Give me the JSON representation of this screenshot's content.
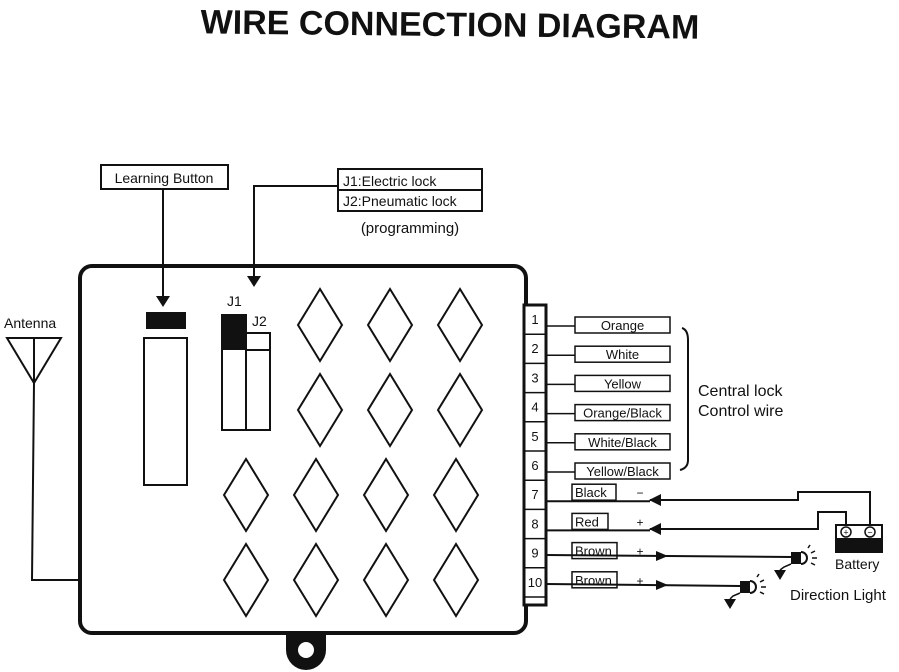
{
  "title": "WIRE CONNECTION DIAGRAM",
  "labels": {
    "learning_button": "Learning Button",
    "j1_desc": "J1:Electric lock",
    "j2_desc": "J2:Pneumatic lock",
    "programming": "(programming)",
    "antenna": "Antenna",
    "j1": "J1",
    "j2": "J2",
    "central_lock_line1": "Central lock",
    "central_lock_line2": "Control wire",
    "battery": "Battery",
    "direction_light": "Direction Light",
    "battery_plus": "+",
    "battery_minus": "−"
  },
  "pins": [
    {
      "num": "1",
      "wire": "Orange",
      "sign": ""
    },
    {
      "num": "2",
      "wire": "White",
      "sign": ""
    },
    {
      "num": "3",
      "wire": "Yellow",
      "sign": ""
    },
    {
      "num": "4",
      "wire": "Orange/Black",
      "sign": ""
    },
    {
      "num": "5",
      "wire": "White/Black",
      "sign": ""
    },
    {
      "num": "6",
      "wire": "Yellow/Black",
      "sign": ""
    },
    {
      "num": "7",
      "wire": "Black",
      "sign": "−"
    },
    {
      "num": "8",
      "wire": "Red",
      "sign": "+"
    },
    {
      "num": "9",
      "wire": "Brown",
      "sign": "+"
    },
    {
      "num": "10",
      "wire": "Brown",
      "sign": "+"
    }
  ]
}
